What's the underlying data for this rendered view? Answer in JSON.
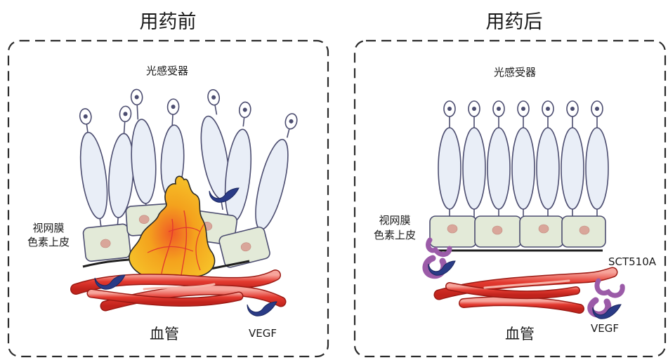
{
  "before": {
    "title": "用药前",
    "photoreceptor_label": "光感受器",
    "rpe_label_line1": "视网膜",
    "rpe_label_line2": "色素上皮",
    "vessel_label": "血管",
    "vegf_label": "VEGF"
  },
  "after": {
    "title": "用药后",
    "photoreceptor_label": "光感受器",
    "rpe_label_line1": "视网膜",
    "rpe_label_line2": "色素上皮",
    "vessel_label": "血管",
    "vegf_label": "VEGF",
    "drug_label": "SCT510A"
  },
  "colors": {
    "photoreceptor_fill": "#e9eef7",
    "outline": "#4c4d70",
    "rpe_fill": "#e3ead8",
    "nucleus": "#d9a69a",
    "vessel": "#e0342c",
    "lesion": "#f3b21e",
    "vegf": "#2a3b86",
    "drug": "#9b5ba8",
    "border": "#2b2b2b"
  }
}
